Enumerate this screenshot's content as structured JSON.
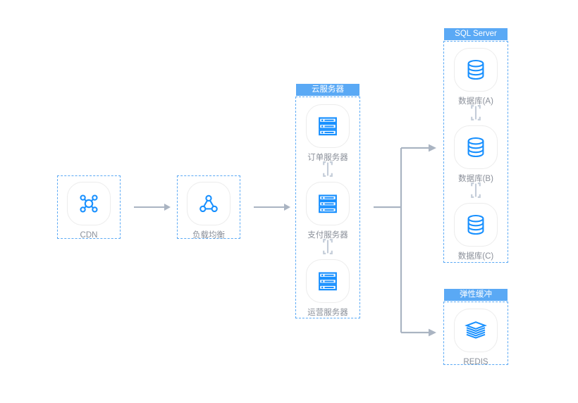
{
  "theme": {
    "accent_blue": "#1890ff",
    "header_blue": "#5aa9f5",
    "dashed_border": "#5aa9f5",
    "arrow_gray": "#aab4c2",
    "caption_gray": "#8a8f99",
    "tile_border": "#ececec",
    "background": "#ffffff"
  },
  "nodes": {
    "cdn": {
      "label": "CDN",
      "icon": "cdn-network-icon"
    },
    "load_balancer": {
      "label": "负载均衡",
      "icon": "load-balancer-icon"
    }
  },
  "groups": {
    "cloud_server": {
      "title": "云服务器",
      "nodes": [
        {
          "label": "订单服务器",
          "icon": "server-rack-icon"
        },
        {
          "label": "支付服务器",
          "icon": "server-rack-icon"
        },
        {
          "label": "运营服务器",
          "icon": "server-rack-icon"
        }
      ]
    },
    "sql_server": {
      "title": "SQL Server",
      "nodes": [
        {
          "label": "数据库(A)",
          "icon": "database-cylinder-icon"
        },
        {
          "label": "数据库(B)",
          "icon": "database-cylinder-icon"
        },
        {
          "label": "数据库(C)",
          "icon": "database-cylinder-icon"
        }
      ]
    },
    "elastic_cache": {
      "title": "弹性缓冲",
      "nodes": [
        {
          "label": "REDIS",
          "icon": "redis-stack-icon"
        }
      ]
    }
  },
  "connectors": {
    "cdn_to_lb": {
      "name": "arrow-cdn-to-load-balancer"
    },
    "lb_to_cloud": {
      "name": "arrow-load-balancer-to-cloud-server"
    },
    "cloud_to_storage": {
      "name": "branch-cloud-server-to-storage"
    },
    "server_links": [
      {
        "name": "link-order-to-payment"
      },
      {
        "name": "link-payment-to-operations"
      }
    ],
    "database_links": [
      {
        "name": "link-database-a-to-b"
      },
      {
        "name": "link-database-b-to-c"
      }
    ]
  }
}
